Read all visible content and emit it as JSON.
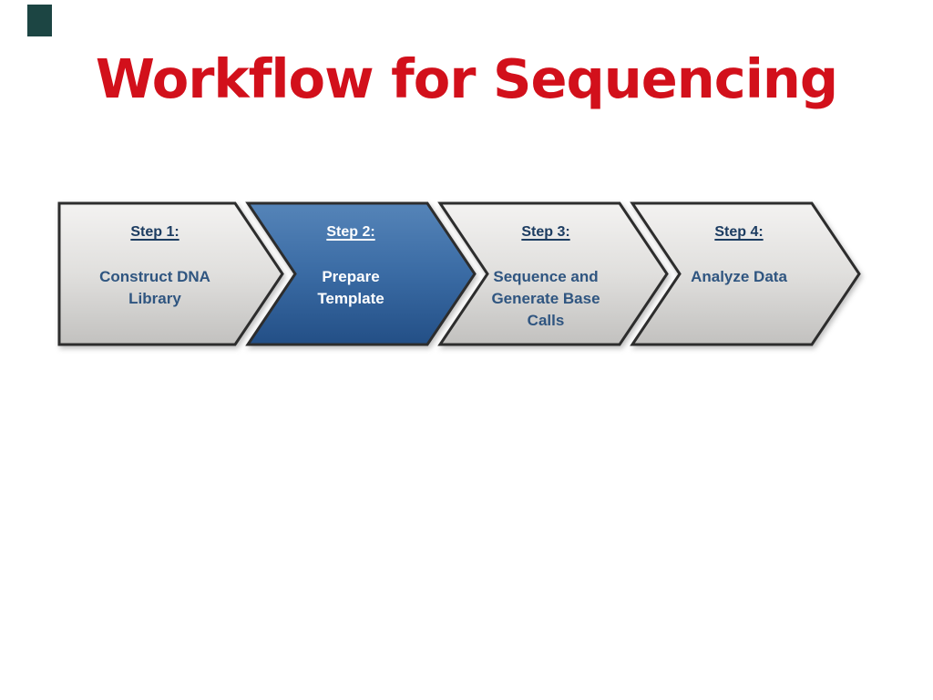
{
  "slide": {
    "title": "Workflow for Sequencing"
  },
  "diagram": {
    "steps": [
      {
        "heading": "Step 1:",
        "body": "Construct DNA Library",
        "variant": "gray"
      },
      {
        "heading": "Step 2:",
        "body": "Prepare Template",
        "variant": "blue",
        "active": true
      },
      {
        "heading": "Step 3:",
        "body": "Sequence and Generate Base Calls",
        "variant": "gray"
      },
      {
        "heading": "Step 4:",
        "body": "Analyze Data",
        "variant": "gray"
      }
    ]
  },
  "theme": {
    "title-color": "#d2101b",
    "corner-block": "#1c4543",
    "outline": "#2d2d2d",
    "gray-top": "#f3f2f1",
    "gray-mid": "#e0dfdd",
    "gray-bottom": "#c2c1bf",
    "blue-top": "#5584b8",
    "blue-mid": "#3a6ba4",
    "blue-bottom": "#234f86",
    "heading-text": "#1c3c61",
    "body-text": "#2f5580",
    "active-text": "#ffffff"
  }
}
